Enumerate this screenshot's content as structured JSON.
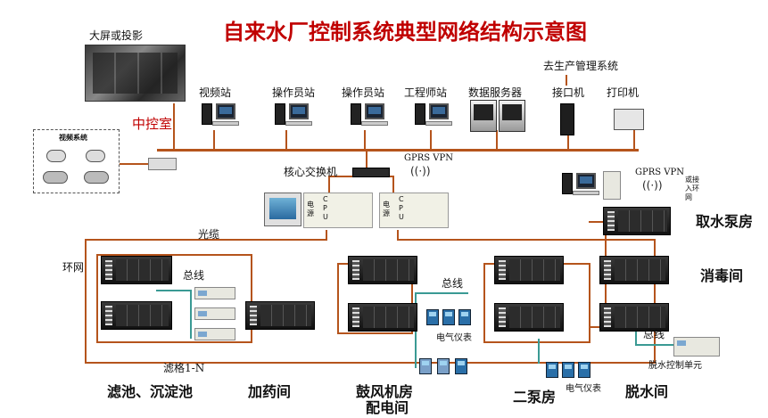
{
  "title": "自来水厂控制系统典型网络结构示意图",
  "control_room": {
    "big_screen": "大屏或投影",
    "label": "中控室",
    "video_system": "视频系统",
    "stations": {
      "video_station": "视频站",
      "operator_station_1": "操作员站",
      "operator_station_2": "操作员站",
      "engineer_station": "工程师站",
      "data_server": "数据服务器",
      "interface_machine": "接口机",
      "printer": "打印机"
    },
    "to_production_mgmt": "去生产管理系统"
  },
  "core": {
    "core_switch": "核心交换机",
    "gprs_vpn": "GPRS VPN",
    "cpu_text": "C P U",
    "power_text": "电 源"
  },
  "network": {
    "fiber": "光缆",
    "ring": "环网",
    "filter_cells": "滤格1-N",
    "or_ring": "或接入环网"
  },
  "bus_labels": [
    "总线",
    "总线",
    "总线"
  ],
  "instrument_labels": [
    "电气仪表",
    "电气仪表"
  ],
  "dewater_unit": "脱水控制单元",
  "areas": {
    "intake_pump": "取水泵房",
    "disinfection": "消毒间",
    "filter_sediment": "滤池、沉淀池",
    "dosing": "加药间",
    "blower_line1": "鼓风机房",
    "blower_line2": "配电间",
    "second_pump": "二泵房",
    "dewater": "脱水间"
  },
  "colors": {
    "title": "#c00000",
    "network_line": "#b5541c",
    "bus_line": "#3a9a94"
  }
}
